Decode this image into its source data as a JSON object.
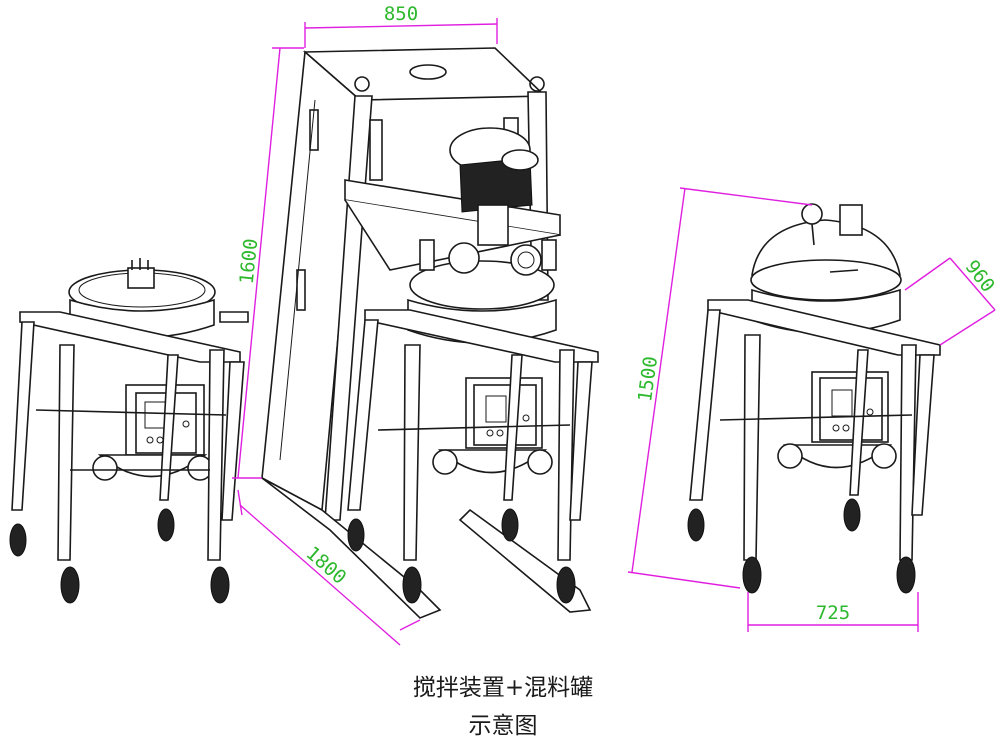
{
  "dimensions": {
    "d850": "850",
    "d1600": "1600",
    "d1800": "1800",
    "d1500": "1500",
    "d960": "960",
    "d725": "725"
  },
  "caption": {
    "line1": "搅拌装置+混料罐",
    "line2": "示意图"
  },
  "colors": {
    "dimension_line": "#e020e0",
    "dimension_text": "#2db82d",
    "drawing_line": "#1a1a1a"
  }
}
